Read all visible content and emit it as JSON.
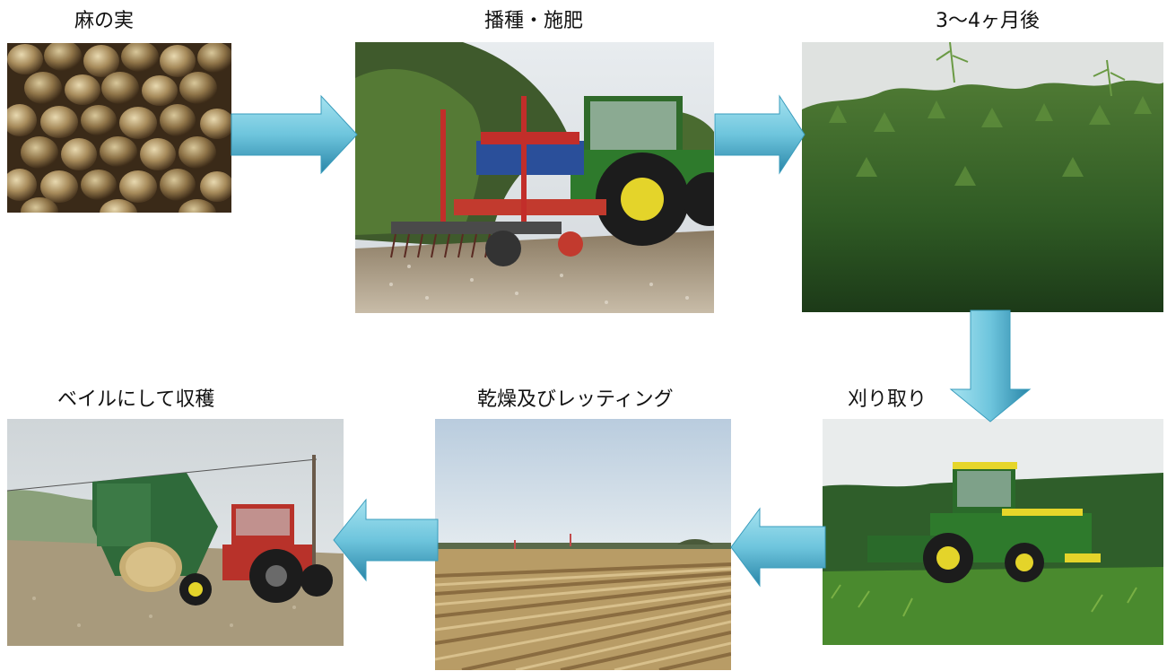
{
  "steps": [
    {
      "label": "麻の実",
      "image": "hemp-seeds-photo"
    },
    {
      "label": "播種・施肥",
      "image": "tractor-seeder-photo"
    },
    {
      "label": "3～4ヶ月後",
      "image": "hemp-crop-photo"
    },
    {
      "label": "刈り取り",
      "image": "harvester-photo"
    },
    {
      "label": "乾燥及びレッティング",
      "image": "field-retting-photo"
    },
    {
      "label": "ベイルにして収穫",
      "image": "baler-photo"
    }
  ],
  "colors": {
    "arrow_light": "#7fd3e6",
    "arrow_dark": "#2a86a8"
  }
}
